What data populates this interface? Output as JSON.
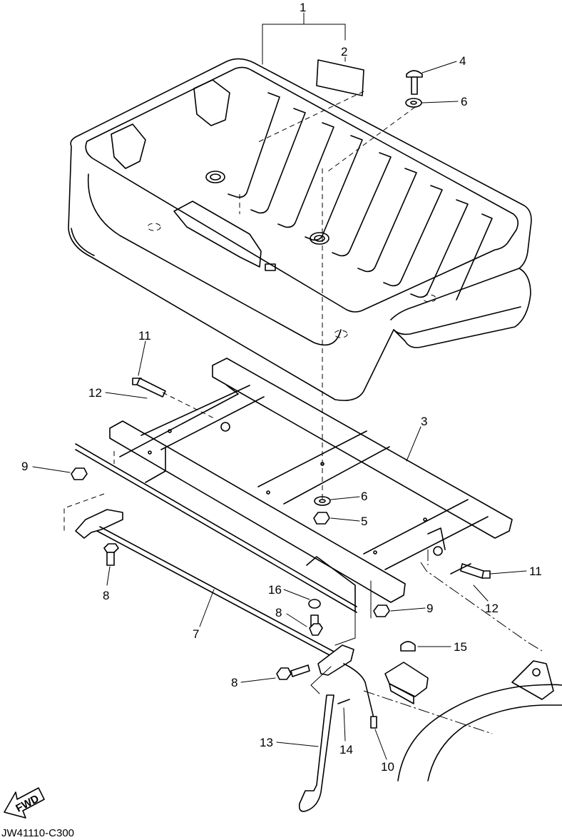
{
  "diagram": {
    "drawing_code": "JW41110-C300",
    "fwd_label": "FWD",
    "callouts": [
      {
        "id": "c1",
        "label": "1"
      },
      {
        "id": "c2",
        "label": "2"
      },
      {
        "id": "c4",
        "label": "4"
      },
      {
        "id": "c6a",
        "label": "6"
      },
      {
        "id": "c11a",
        "label": "11"
      },
      {
        "id": "c12a",
        "label": "12"
      },
      {
        "id": "c3",
        "label": "3"
      },
      {
        "id": "c9a",
        "label": "9"
      },
      {
        "id": "c6b",
        "label": "6"
      },
      {
        "id": "c5",
        "label": "5"
      },
      {
        "id": "c11b",
        "label": "11"
      },
      {
        "id": "c8a",
        "label": "8"
      },
      {
        "id": "c16",
        "label": "16"
      },
      {
        "id": "c9b",
        "label": "9"
      },
      {
        "id": "c12b",
        "label": "12"
      },
      {
        "id": "c8b",
        "label": "8"
      },
      {
        "id": "c7",
        "label": "7"
      },
      {
        "id": "c15",
        "label": "15"
      },
      {
        "id": "c8c",
        "label": "8"
      },
      {
        "id": "c13",
        "label": "13"
      },
      {
        "id": "c14",
        "label": "14"
      },
      {
        "id": "c10",
        "label": "10"
      }
    ]
  }
}
